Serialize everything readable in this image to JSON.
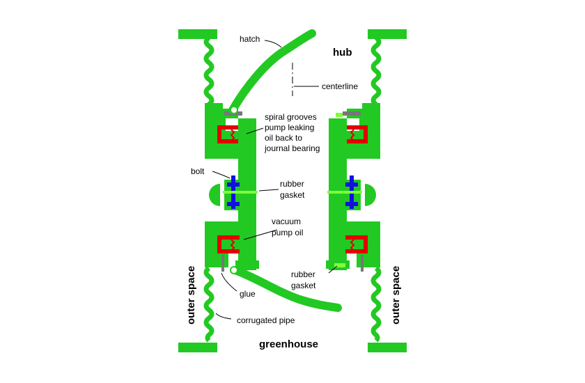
{
  "labels": {
    "hatch": "hatch",
    "hub": "hub",
    "centerline": "centerline",
    "spiral_grooves": [
      "spiral grooves",
      "pump leaking",
      "oil back to",
      "journal bearing"
    ],
    "bolt": "bolt",
    "rubber_gasket_mid": [
      "rubber",
      "gasket"
    ],
    "vacuum_pump_oil": [
      "vacuum",
      "pump oil"
    ],
    "rubber_gasket_low": [
      "rubber",
      "gasket"
    ],
    "glue": "glue",
    "corrugated_pipe": "corrugated pipe",
    "greenhouse": "greenhouse",
    "outer_space_left": "outer space",
    "outer_space_right": "outer space"
  },
  "colors": {
    "structure": "#22c922",
    "highlight": "#7dff3a",
    "seal": "#e00000",
    "bolt": "#1010e0",
    "wall": "#777777",
    "text": "#000000"
  }
}
